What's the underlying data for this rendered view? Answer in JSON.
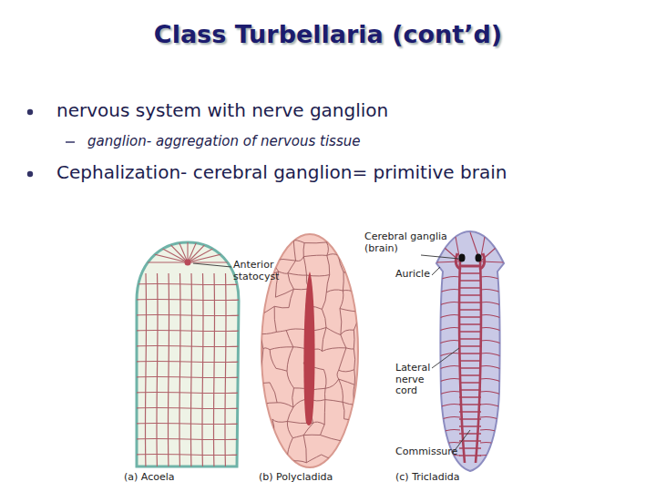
{
  "diagram": {
    "title": "Class Turbellaria (cont’d)",
    "labels": [
      "nervous system with nerve ganglion",
      "ganglion- aggregation of nervous tissue",
      "Cephalization- cerebral ganglion= primitive brain",
      "Anterior statocyst",
      "Cerebral ganglia (brain)",
      "Auricle",
      "Lateral nerve cord",
      "Commissure",
      "(a) Acoela",
      "(b) Polycladida",
      "(c) Tricladida"
    ]
  }
}
